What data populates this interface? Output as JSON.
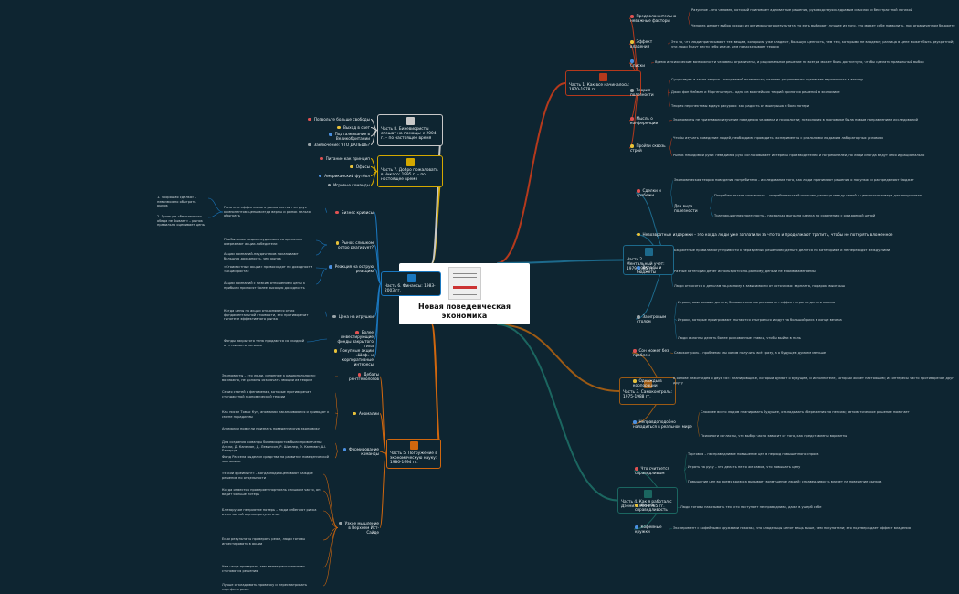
{
  "central": {
    "title": "Новая поведенческая экономика",
    "image": "book-cover"
  },
  "dot_colors": [
    "#e05252",
    "#e8c23a",
    "#4a8fe0",
    "#9aa4a8"
  ],
  "background": "#0e2531",
  "parts": [
    {
      "title": "Часть 1. Как все начиналось: 1970-1978 гг.",
      "color": "#b5391c",
      "icon": "hourglass-icon",
      "side": "right",
      "branches": [
        {
          "label": "Предположительно неважные факторы",
          "leaves": [
            "Разумное – это человек, который принимает адекватные решения, руководствуясь здравым смыслом и бесстрастной логикой",
            "Человек делает выбор исходя из оптимального результата; то есть выбирает лучшее из того, что может себе позволить, при ограниченном бюджете"
          ]
        },
        {
          "label": "Эффект владения",
          "leaves": [
            "Это то, что люди приписывают тем вещам, которыми уже владеют, большую ценность, чем тем, которыми не владеют; разница в цене может быть двукратной; эти люди будут вести себя иначе, чем предсказывает теория"
          ]
        },
        {
          "label": "Списки",
          "leaves": [
            "Время и психические возможности человека ограничены, и рациональное решение не всегда может быть достигнуто, чтобы сделать правильный выбор"
          ]
        },
        {
          "label": "Теория полезности",
          "leaves": [
            "Существует и такая теория – ожидаемой полезности; человек рационально оценивает вероятность и выгоду",
            "Джон фон Нейман и Моргенштерн – одна из важнейших теорий принятия решений в экономике",
            "Теория перспективы в двух ракурсах: как радость от выигрыша и боль потери"
          ]
        },
        {
          "label": "Мысль о конференции",
          "leaves": [
            "Экономисты не признавали изучение поведения человека и психологии; психология в экономике была новым направлением исследований"
          ]
        },
        {
          "label": "Пройти сквозь строй",
          "leaves": [
            "Чтобы изучать поведение людей, необходимо проводить эксперименты с реальными людьми в лабораторных условиях",
            "Рынок невидимой руки: невидимая рука согласовывает интересы производителей и потребителей, но люди иногда ведут себя иррационально"
          ]
        }
      ]
    },
    {
      "title": "Часть 2. Ментальный учет: 1979-1985 гг.",
      "color": "#1d6a8c",
      "icon": "ledger-icon",
      "side": "right",
      "branches": [
        {
          "label": "Сделки и грабежи",
          "leaves": [
            "Экономическая теория поведения потребителя – исследование того, как люди принимают решения о покупках и распределяют бюджет",
            {
              "text": "Два вида полезности",
              "children": [
                "Потребительская полезность – потребительский излишек, разница между ценой и ценностью товара для покупателя",
                "Транзакционная полезность – насколько выгодна сделка по сравнению с ожидаемой ценой"
              ]
            }
          ]
        },
        {
          "label": "Невозвратные издержки – это когда люди уже заплатили за что-то и продолжают тратить, чтобы не потерять вложенное",
          "leaves": []
        },
        {
          "label": "Вклады и бюджеты",
          "leaves": [
            "Бюджетные правила могут привести к неразумным решениям; деньги делятся по категориям и не переходят между ними",
            "Разные категории денег используются по-разному; деньги не взаимозаменяемы",
            "Люди относятся к деньгам по-разному в зависимости от источника: зарплата, подарок, выигрыш"
          ]
        },
        {
          "label": "За игровым столом",
          "leaves": [
            "Игроки, выигравшие деньги, больше склонны рисковать – эффект игры на деньги казино",
            "Игроки, которые проигрывают, пытаются отыграться и идут на большой риск в конце вечера",
            "Люди склонны делать более рискованные ставки, чтобы выйти в ноль"
          ]
        }
      ]
    },
    {
      "title": "Часть 3. Самоконтроль: 1975-1988 гг.",
      "color": "#9c5a14",
      "icon": "candy-icon",
      "side": "right",
      "branches": [
        {
          "label": "Сон может без проблем",
          "leaves": [
            "Самоконтроль – проблема: мы хотим получить всё сразу, а о будущем думаем меньше"
          ]
        },
        {
          "label": "Однажды в корпорации",
          "leaves": [
            "В основе лежит идея о двух «я»: планировщике, который думает о будущем, и исполнителе, который живёт настоящим; их интересы часто противоречат друг другу"
          ]
        },
        {
          "label": "Неправдоподобно наладиться в реальном мире",
          "leaves": [
            "Сложнее всего людям планировать будущее, откладывать сбережения на пенсию; автоматическое решение помогает",
            "Психологи согласны, что выбор часто зависит от того, как представлены варианты"
          ]
        }
      ]
    },
    {
      "title": "Часть 4. Как я работал с Дэнни: 1984-1985 гг.",
      "color": "#1b6660",
      "icon": "people-icon",
      "side": "right",
      "branches": [
        {
          "label": "Что считается справедливым",
          "leaves": [
            "Торговля – несправедливое повышение цен в период повышенного спроса",
            "Играть на руку – это делать не то же самое, что повышать цену",
            "Повышение цен во время кризиса вызывает возмущение людей; справедливость влияет на поведение рынков"
          ]
        },
        {
          "label": "Игра в справедливость",
          "leaves": [
            "Люди готовы наказывать тех, кто поступает несправедливо, даже в ущерб себе"
          ]
        },
        {
          "label": "Кофейные кружки",
          "leaves": [
            "Эксперимент с кофейными кружками показал, что владельцы ценят вещь выше, чем покупатели; это подтверждает эффект владения"
          ]
        }
      ]
    },
    {
      "title": "Часть 5. Погружение в экономическую науку: 1986-1994 гг.",
      "color": "#d0670e",
      "icon": "book-icon",
      "side": "left",
      "branches": [
        {
          "label": "Дебаты рентгенологов",
          "leaves": [
            "Экономисты – это люди, склонные к рациональности; возможно, не должны исключать эмоции из теории"
          ]
        },
        {
          "label": "Аномалии",
          "leaves": [
            "Серия статей о феноменах, которые противоречат стандартной экономической теории",
            "Как писал Томас Кун, аномалии накапливаются и приводят к смене парадигмы",
            "Аномалии помогли признать поведенческую экономику"
          ]
        },
        {
          "label": "Формирование команды",
          "leaves": [
            "Для создания команды бихевиористов были привлечены: Ансли, Д. Канеман, Д. Левинсон, Р. Шиллер, Э. Канеман, Ш. Бенарци",
            "Фонд Рассела выделил средства на развитие поведенческой экономики"
          ]
        },
        {
          "label": "Узкое мышление в Верхнем Ист-Сайде",
          "leaves": [
            "«Узкий фрейминг» – когда люди оценивают каждое решение по отдельности",
            "Когда инвестор проверяет портфель слишком часто, он видит больше потерь",
            "Близорукое неприятие потерь – люди избегают риска из-за частой оценки результатов",
            "Если результаты проверять реже, люди готовы инвестировать в акции",
            "Чем чаще проверять, тем менее рискованными становятся решения",
            "Лучше откладывать проверку и пересматривать портфель реже"
          ]
        }
      ]
    },
    {
      "title": "Часть 6. Финансы: 1983-2003 гг.",
      "color": "#1a78c0",
      "icon": "chart-icon",
      "side": "left",
      "branches": [
        {
          "label": "Бизнес кризисы",
          "leaves": [
            {
              "text": "Гипотеза эффективного рынка состоит из двух компонентов: цены всегда верны и рынок нельзя обыграть",
              "children": [
                "1. «Хорошая сделка» – невозможно обыграть рынок",
                "2. Принцип «бесплатного обеда не бывает» – рынок правильно оценивает цены"
              ]
            }
          ]
        },
        {
          "label": "Рынок слишком остро реагирует?",
          "leaves": [
            "Прибыльные акции-неудачники со временем опережают акции-победители",
            "Акции компаний-неудачников показывают большую доходность, чем рынок"
          ]
        },
        {
          "label": "Реакция на острую реакцию",
          "leaves": [
            "«Стоимостные акции» превосходят по доходности «акции роста»",
            "Акции компаний с низким отношением цены к прибыли приносят более высокую доходность"
          ]
        },
        {
          "label": "Цена на игрушки",
          "leaves": [
            "Когда цены на акции отклоняются от их фундаментальной стоимости, это противоречит гипотезе эффективного рынка"
          ]
        },
        {
          "label": "Более инвестирующие фонды закрытого типа",
          "leaves": [
            "Фонды закрытого типа продаются со скидкой от стоимости активов"
          ]
        },
        {
          "label": "Покупные акции «Шеф» и корпоративные интересы",
          "leaves": []
        }
      ]
    },
    {
      "title": "Часть 7. Добро пожаловать в Чикаго: 1995 г. – по настоящее время",
      "color": "#d4a800",
      "icon": "globe-icon",
      "side": "left",
      "branches": [
        {
          "label": "Питание как принцип",
          "leaves": []
        },
        {
          "label": "Офисы",
          "leaves": []
        },
        {
          "label": "Американский футбол",
          "leaves": []
        },
        {
          "label": "Игровые команды",
          "leaves": []
        }
      ]
    },
    {
      "title": "Часть 8. Бихевиористы спешат на помощь: с 2004 г. – по настоящее время",
      "color": "#c8c8c8",
      "icon": "rescue-icon",
      "side": "left",
      "branches": [
        {
          "label": "Позвольте больше свободы",
          "leaves": []
        },
        {
          "label": "Выход в свет",
          "leaves": []
        },
        {
          "label": "Подталкивание в Великобритании",
          "leaves": []
        },
        {
          "label": "Заключение: ЧТО ДАЛЬШЕ?",
          "leaves": []
        }
      ]
    }
  ]
}
